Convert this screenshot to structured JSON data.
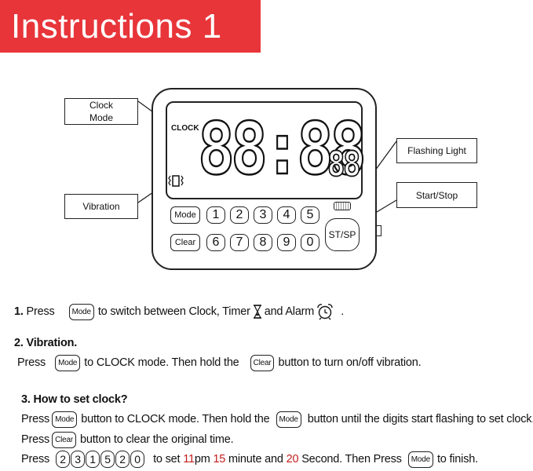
{
  "banner": {
    "title": "Instructions 1"
  },
  "callouts": {
    "clock_mode": [
      "Clock",
      "Mode"
    ],
    "vibration": "Vibration",
    "flashing_light": "Flashing Light",
    "start_stop": "Start/Stop"
  },
  "device": {
    "clock_label": "CLOCK",
    "main_digits": "88:88",
    "small_digits": "88",
    "buttons": {
      "mode": "Mode",
      "clear": "Clear",
      "st_sp": "ST/SP",
      "numbers_row1": [
        "1",
        "2",
        "3",
        "4",
        "5"
      ],
      "numbers_row2": [
        "6",
        "7",
        "8",
        "9",
        "0"
      ]
    }
  },
  "instructions": {
    "step1": {
      "number": "1.",
      "press": "Press",
      "button": "Mode",
      "text_a": "to switch between Clock, Timer",
      "text_b": "and Alarm",
      "text_c": "."
    },
    "step2": {
      "heading": "2. Vibration.",
      "press": "Press",
      "button1": "Mode",
      "text_a": "to CLOCK mode. Then hold  the",
      "button2": "Clear",
      "text_b": "button to turn on/off vibration."
    },
    "step3": {
      "heading": "3. How to set clock?",
      "line1": {
        "press": "Press",
        "button1": "Mode",
        "text_a": "button to CLOCK mode. Then hold  the",
        "button2": "Mode",
        "text_b": "button until the digits start flashing to set clock."
      },
      "line2": {
        "press": "Press",
        "button": "Clear",
        "text": "button to clear the original time."
      },
      "line3": {
        "press": "Press",
        "digits": [
          "2",
          "3",
          "1",
          "5",
          "2",
          "0"
        ],
        "text_a": "to set",
        "hour": "11",
        "text_b": "pm",
        "minute": "15",
        "text_c": "minute and",
        "second": "20",
        "text_d": "Second. Then Press",
        "button": "Mode",
        "text_e": "to finish."
      }
    }
  },
  "colors": {
    "banner": "#e8353a",
    "highlight": "#c21c1c"
  }
}
